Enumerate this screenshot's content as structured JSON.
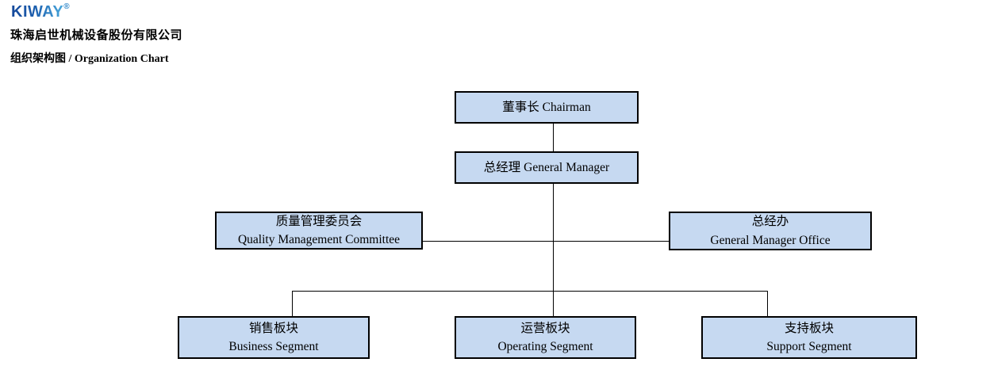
{
  "header": {
    "logo_text": "KIWAY",
    "logo_registered_mark": "®",
    "company_name": "珠海启世机械设备股份有限公司",
    "chart_title": "组织架构图 / Organization Chart"
  },
  "org_chart": {
    "nodes": {
      "chairman": {
        "label": "董事长 Chairman"
      },
      "general_manager": {
        "label": "总经理 General Manager"
      },
      "quality_management_committee": {
        "label_cn": "质量管理委员会",
        "label_en": "Quality Management Committee"
      },
      "general_manager_office": {
        "label_cn": "总经办",
        "label_en": "General Manager Office"
      },
      "business_segment": {
        "label_cn": "销售板块",
        "label_en": "Business Segment"
      },
      "operating_segment": {
        "label_cn": "运营板块",
        "label_en": "Operating Segment"
      },
      "support_segment": {
        "label_cn": "支持板块",
        "label_en": "Support Segment"
      }
    },
    "hierarchy": {
      "root": "chairman",
      "edges": [
        [
          "chairman",
          "general_manager"
        ],
        [
          "general_manager",
          "quality_management_committee"
        ],
        [
          "general_manager",
          "general_manager_office"
        ],
        [
          "general_manager",
          "business_segment"
        ],
        [
          "general_manager",
          "operating_segment"
        ],
        [
          "general_manager",
          "support_segment"
        ]
      ]
    },
    "colors": {
      "box_fill": "#c6d9f1",
      "box_border": "#000000",
      "connector": "#000000",
      "logo_gradient_start": "#15489a",
      "logo_gradient_end": "#4aa9dd",
      "text": "#000000",
      "background": "#ffffff"
    }
  }
}
